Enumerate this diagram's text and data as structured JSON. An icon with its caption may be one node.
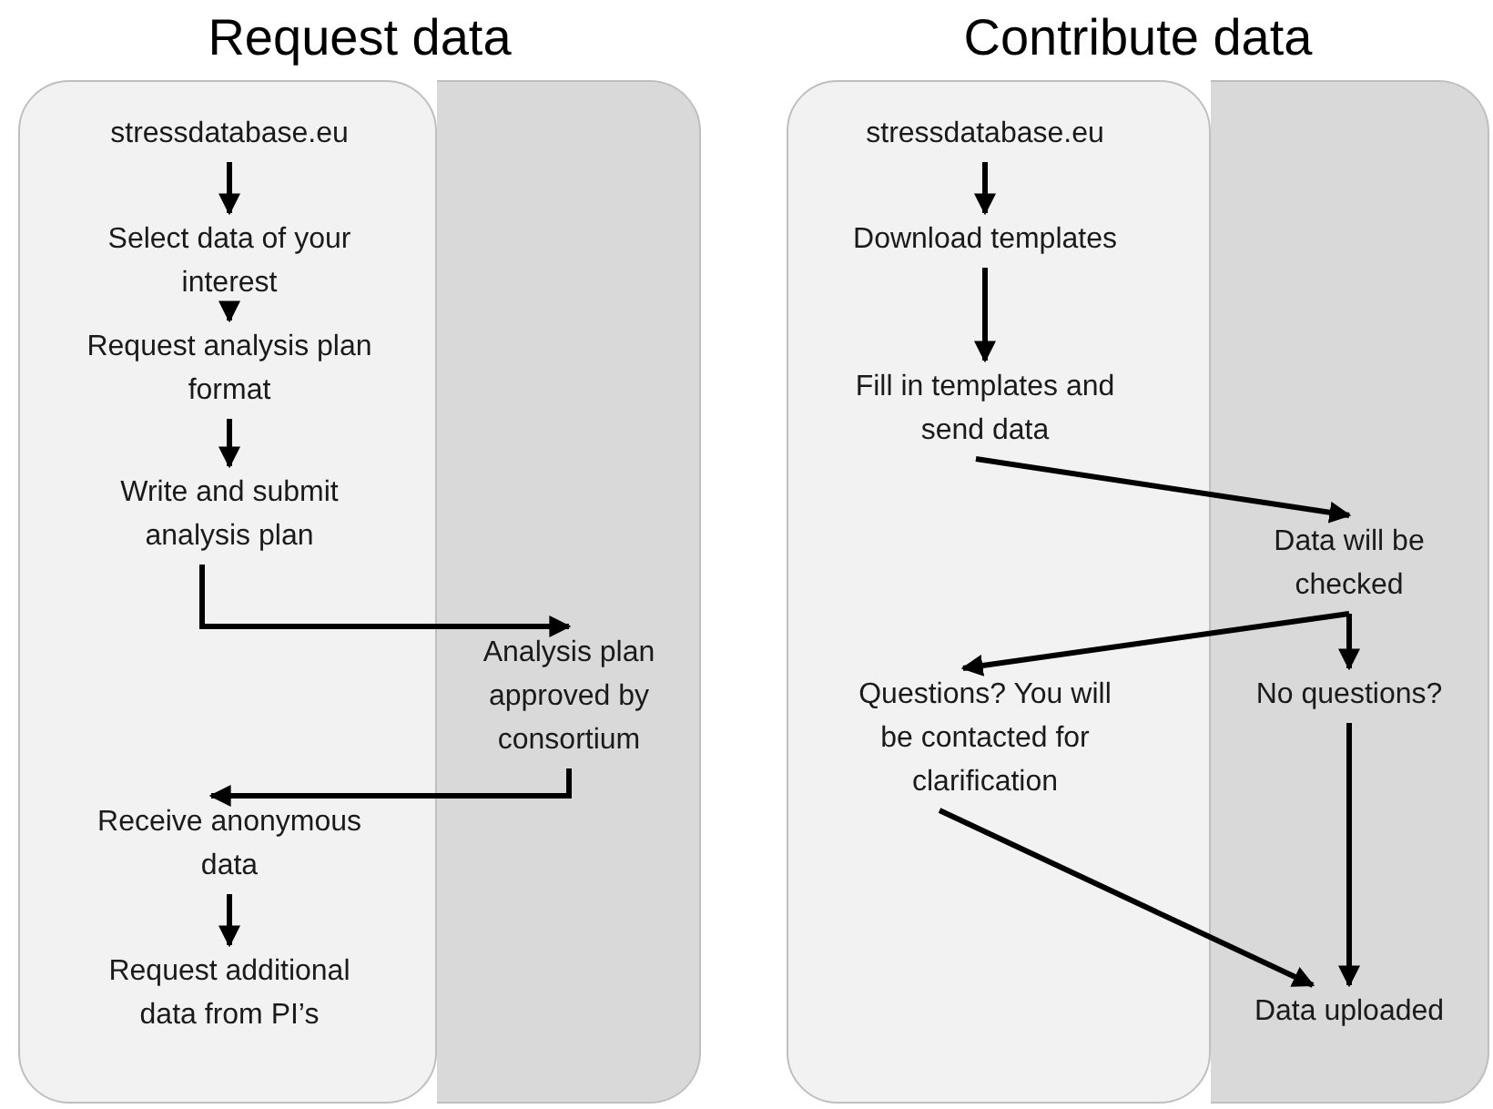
{
  "diagram": {
    "nodes": [
      {
        "text": [],
        "shape": "box"
      },
      {
        "text": [],
        "shape": "box"
      },
      {
        "text": [],
        "shape": "box"
      },
      {
        "text": [],
        "shape": "box"
      },
      {
        "text": [
          "stressdatabase.eu"
        ],
        "in": 0
      },
      {
        "text": [
          "Select data of your interest"
        ],
        "in": 0
      },
      {
        "text": [
          "Request analysis plan format"
        ],
        "in": 0
      },
      {
        "text": [
          "Write and submit analysis plan"
        ],
        "in": 0
      },
      {
        "text": [
          "Analysis plan approved by consortium"
        ],
        "in": 1
      },
      {
        "text": [
          "Receive anonymous data"
        ],
        "in": 0
      },
      {
        "text": [
          "Request additional data from PI’s"
        ],
        "in": 0
      },
      {
        "text": [
          "stressdatabase.eu"
        ],
        "in": 2
      },
      {
        "text": [
          "Download templates"
        ],
        "in": 2
      },
      {
        "text": [
          "Fill in templates and send data"
        ],
        "in": 2
      },
      {
        "text": [
          "Data will be checked"
        ],
        "in": 3
      },
      {
        "text": [
          "Questions? You will be contacted for clarification"
        ],
        "in": 2
      },
      {
        "text": [
          "No questions?"
        ],
        "in": 3
      },
      {
        "text": [
          "Data uploaded"
        ],
        "in": 3
      }
    ],
    "edges": [
      {
        "from": 4,
        "to": 5,
        "arrow": "to"
      },
      {
        "from": 5,
        "to": 6,
        "arrow": "to"
      },
      {
        "from": 6,
        "to": 7,
        "arrow": "to"
      },
      {
        "from": 7,
        "to": 8,
        "arrow": "to"
      },
      {
        "from": 8,
        "to": 9,
        "arrow": "to"
      },
      {
        "from": 9,
        "to": 10,
        "arrow": "to"
      },
      {
        "from": 11,
        "to": 12,
        "arrow": "to"
      },
      {
        "from": 12,
        "to": 13,
        "arrow": "to"
      },
      {
        "from": 13,
        "to": 14,
        "arrow": "to"
      },
      {
        "from": 14,
        "to": 15,
        "arrow": "to"
      },
      {
        "from": 14,
        "to": 16,
        "arrow": "to"
      },
      {
        "from": 16,
        "to": 17,
        "arrow": "to"
      },
      {
        "from": 15,
        "to": 17,
        "arrow": "to"
      }
    ],
    "labels": [
      "Request data",
      "Contribute data"
    ]
  }
}
